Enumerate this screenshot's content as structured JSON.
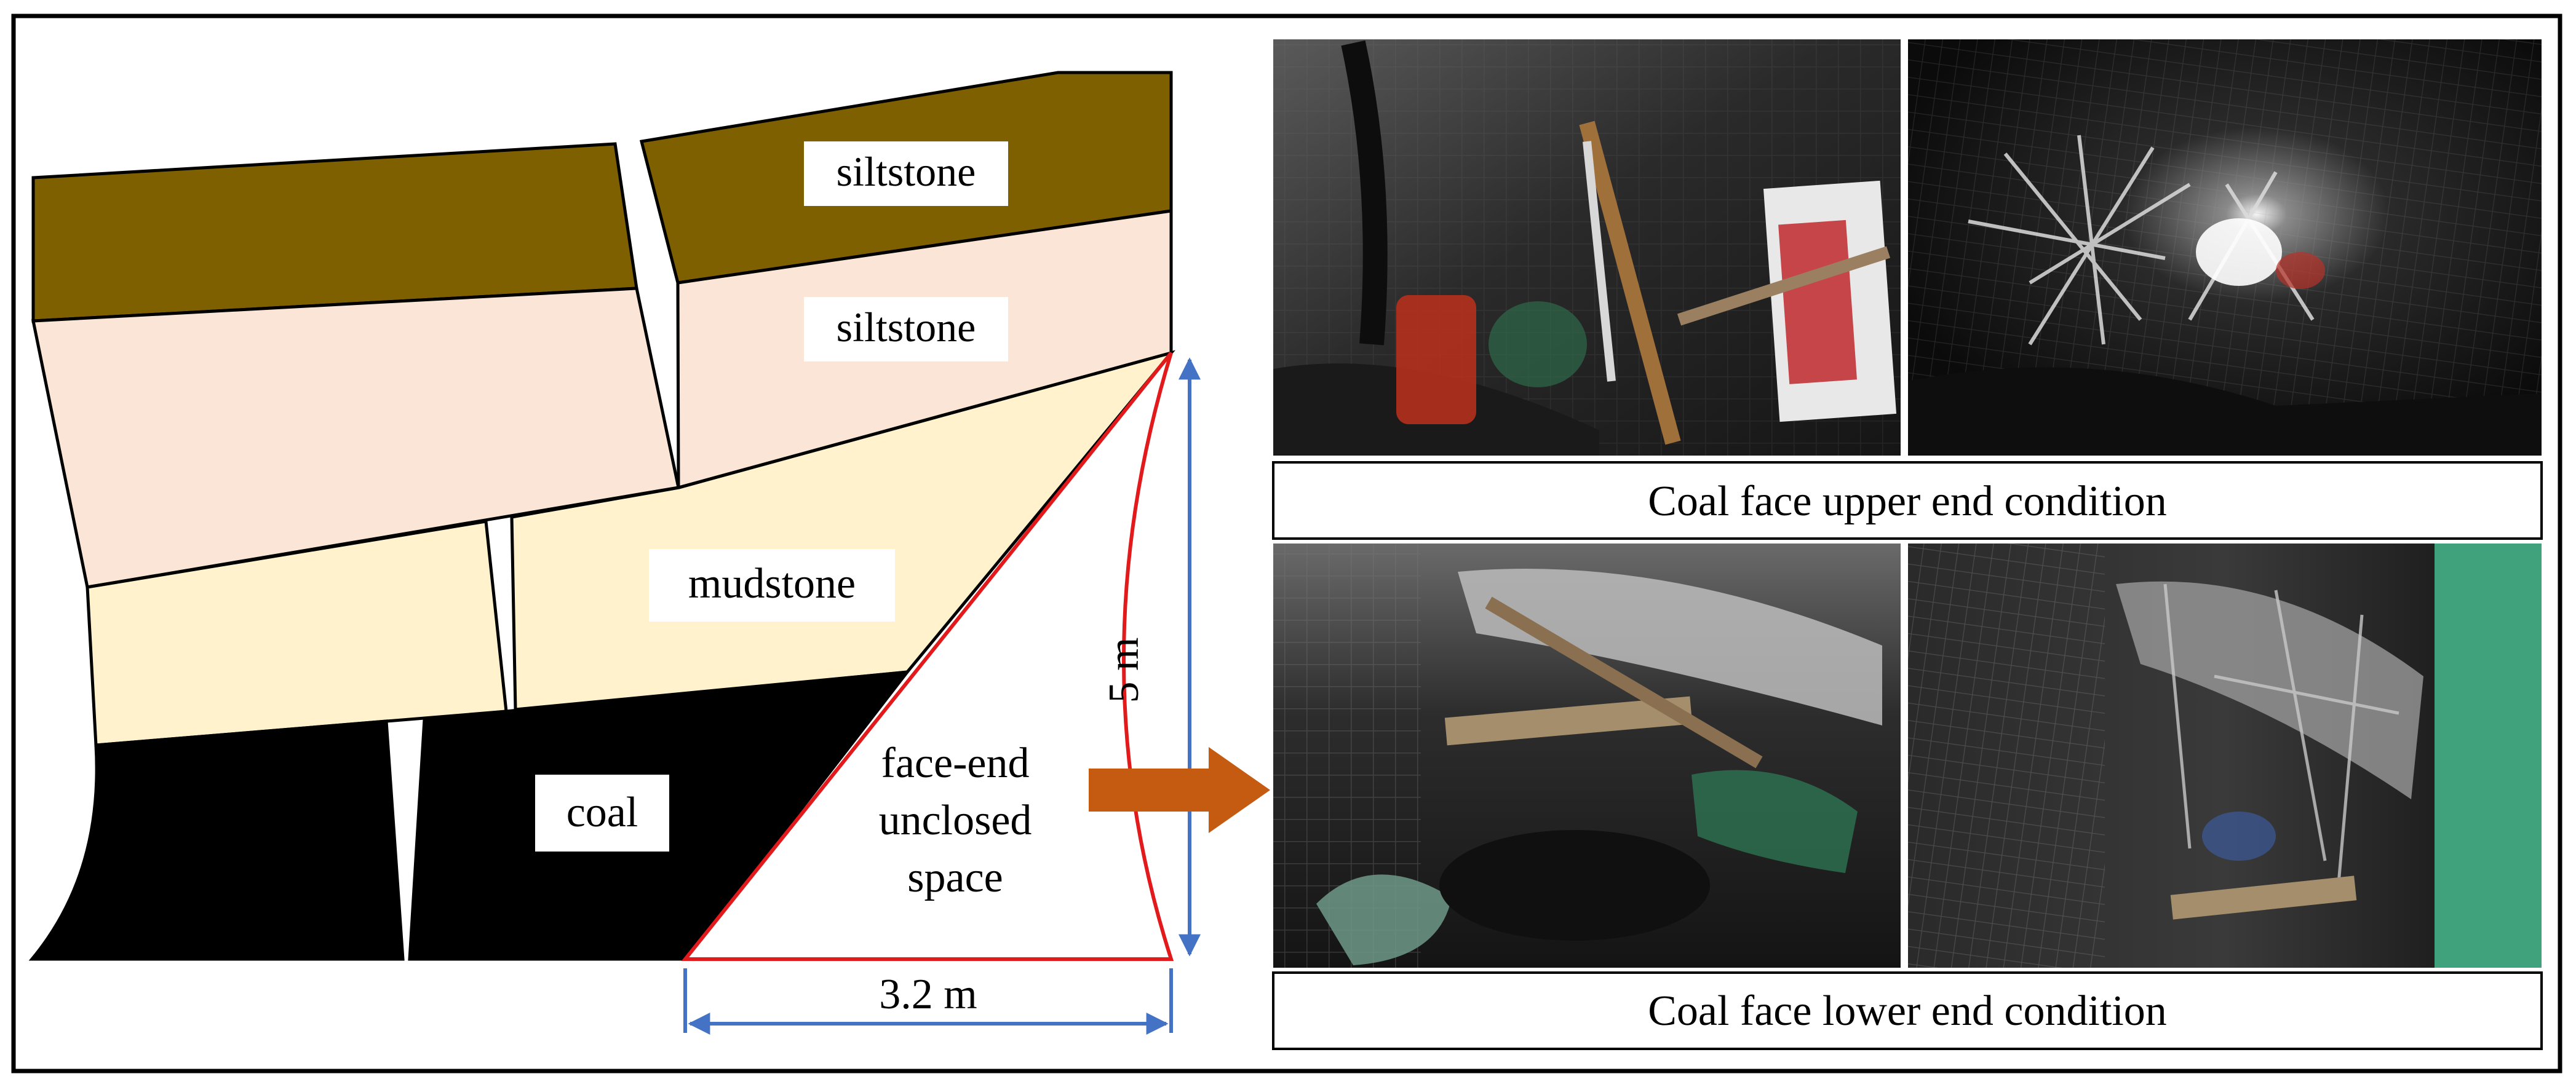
{
  "diagram": {
    "strata": [
      {
        "id": "siltstone-upper",
        "label": "siltstone"
      },
      {
        "id": "siltstone-lower",
        "label": "siltstone"
      },
      {
        "id": "mudstone",
        "label": "mudstone"
      },
      {
        "id": "coal",
        "label": "coal"
      }
    ],
    "space_label_lines": [
      "face-end",
      "unclosed",
      "space"
    ],
    "dimension_height": "5 m",
    "dimension_width": "3.2 m",
    "colors": {
      "siltstone_upper": "#7f6000",
      "siltstone_lower": "#fbe5d6",
      "mudstone": "#fff2cc",
      "coal": "#000000",
      "unclosed_space_outline": "#e31a1c",
      "dimension_arrows": "#4472c4",
      "arrow": "#c55a11"
    }
  },
  "photos": {
    "upper_caption": "Coal face upper end condition",
    "lower_caption": "Coal face lower end condition"
  }
}
